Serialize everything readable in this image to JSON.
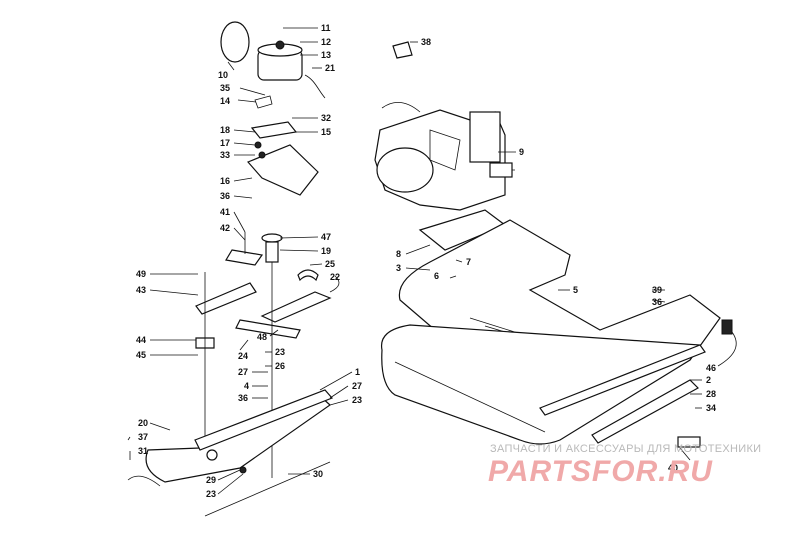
{
  "callouts": [
    "11",
    "12",
    "13",
    "21",
    "10",
    "35",
    "14",
    "32",
    "15",
    "18",
    "17",
    "33",
    "16",
    "36",
    "41",
    "42",
    "47",
    "19",
    "25",
    "22",
    "49",
    "43",
    "48",
    "23",
    "44",
    "45",
    "24",
    "26",
    "27",
    "4",
    "36",
    "1",
    "27",
    "23",
    "20",
    "37",
    "31",
    "29",
    "23",
    "30",
    "38",
    "9",
    "8",
    "3",
    "7",
    "6",
    "5",
    "39",
    "36",
    "46",
    "2",
    "28",
    "34",
    "40"
  ],
  "watermark": {
    "subtitle": "ЗАПЧАСТИ И АКСЕССУАРЫ ДЛЯ МОТОТЕХНИКИ",
    "logo": "PARTSFOR.RU"
  }
}
